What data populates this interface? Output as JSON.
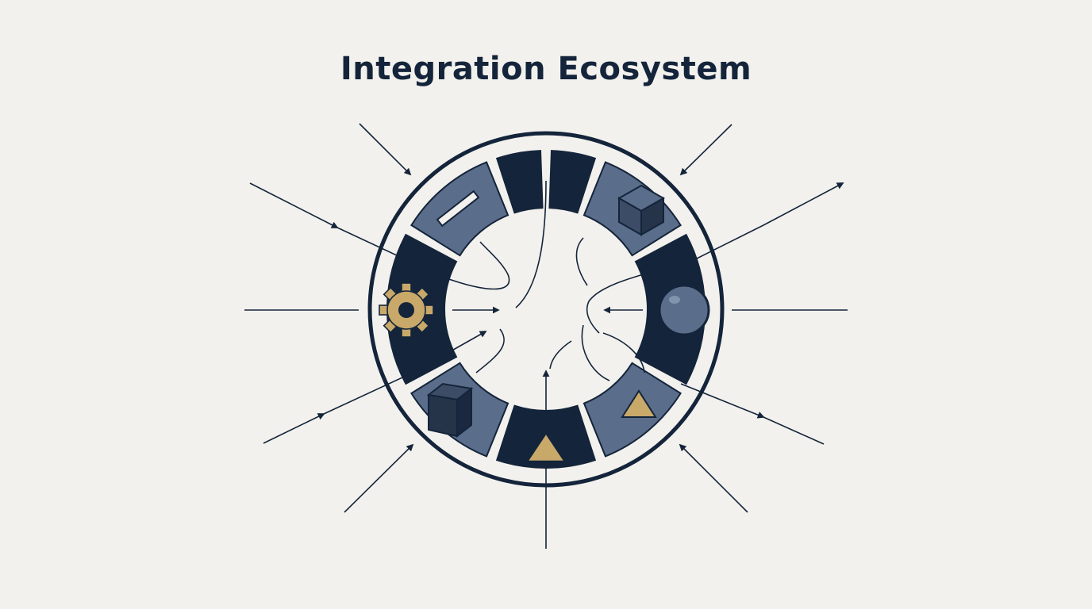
{
  "diagram": {
    "title": "Integration Ecosystem",
    "colors": {
      "background": "#f2f1ed",
      "navy": "#14243a",
      "slate": "#5a6d8b",
      "gold": "#c8a96a"
    },
    "segments": [
      {
        "name": "segment-top-left",
        "fill": "slate",
        "icon": "puzzle-connector-icon"
      },
      {
        "name": "segment-top-center-left",
        "fill": "navy",
        "icon": ""
      },
      {
        "name": "segment-top-center-right",
        "fill": "navy",
        "icon": ""
      },
      {
        "name": "segment-top-right",
        "fill": "slate",
        "icon": "cube-icon"
      },
      {
        "name": "segment-right",
        "fill": "navy",
        "icon": "sphere-icon"
      },
      {
        "name": "segment-bottom-right",
        "fill": "slate",
        "icon": "triangle-icon"
      },
      {
        "name": "segment-bottom",
        "fill": "navy",
        "icon": "triangle-icon"
      },
      {
        "name": "segment-bottom-left",
        "fill": "slate",
        "icon": "cube-icon"
      },
      {
        "name": "segment-left",
        "fill": "navy",
        "icon": "gear-icon"
      }
    ]
  }
}
